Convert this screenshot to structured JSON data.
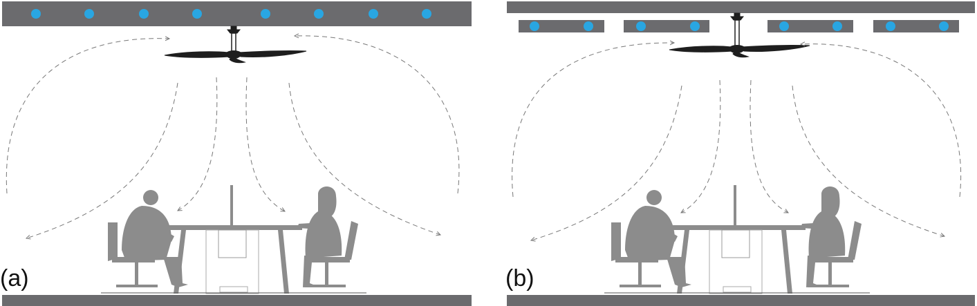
{
  "panels": [
    {
      "label": "(a)",
      "ceiling": "continuous",
      "light_count": 8
    },
    {
      "label": "(b)",
      "ceiling": "suspended-strips",
      "light_count": 8
    }
  ],
  "colors": {
    "slab": "#6b6b6e",
    "light": "#29a6e2",
    "silhouette": "#8c8c8c",
    "fan": "#1e1e1e",
    "airflow": "#777777",
    "furniture": "#9a9a9a"
  },
  "icons": {
    "fan": "ceiling-fan-icon",
    "person_left": "seated-man-icon",
    "person_right": "seated-woman-icon",
    "chair": "office-chair-icon",
    "desk": "desk-icon"
  }
}
